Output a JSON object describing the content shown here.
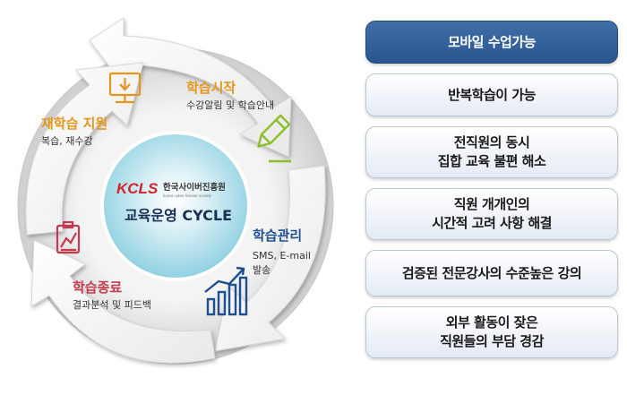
{
  "logo": {
    "mark": "KCLS",
    "org_name": "한국사이버진흥원",
    "org_sub": "korea cyber license society"
  },
  "center": {
    "title": "교육운영 CYCLE"
  },
  "steps": [
    {
      "title": "학습시작",
      "desc": "수강알림 및 학습안내",
      "color": "#e2961b",
      "icon": "pencil-icon"
    },
    {
      "title": "학습관리",
      "desc_lines": [
        "SMS, E-mail",
        "발송"
      ],
      "color": "#1f4f8e",
      "icon": "bar-chart-icon"
    },
    {
      "title": "학습종료",
      "desc": "결과분석 및 피드백",
      "color": "#c43a4e",
      "icon": "clipboard-chart-icon"
    },
    {
      "title": "재학습 지원",
      "desc": "복습, 재수강",
      "color": "#e2961b",
      "icon": "monitor-download-icon"
    }
  ],
  "benefits": [
    {
      "text": "모바일 수업가능",
      "primary": true
    },
    {
      "text": "반복학습이 가능",
      "primary": false
    },
    {
      "text": "전직원의 동시\n집합 교육 불편 해소",
      "primary": false
    },
    {
      "text": "직원 개개인의\n시간적 고려 사항 해결",
      "primary": false
    },
    {
      "text": "검증된 전문강사의 수준높은 강의",
      "primary": false
    },
    {
      "text": "외부 활동이 잦은\n직원들의 부담 경감",
      "primary": false
    }
  ]
}
